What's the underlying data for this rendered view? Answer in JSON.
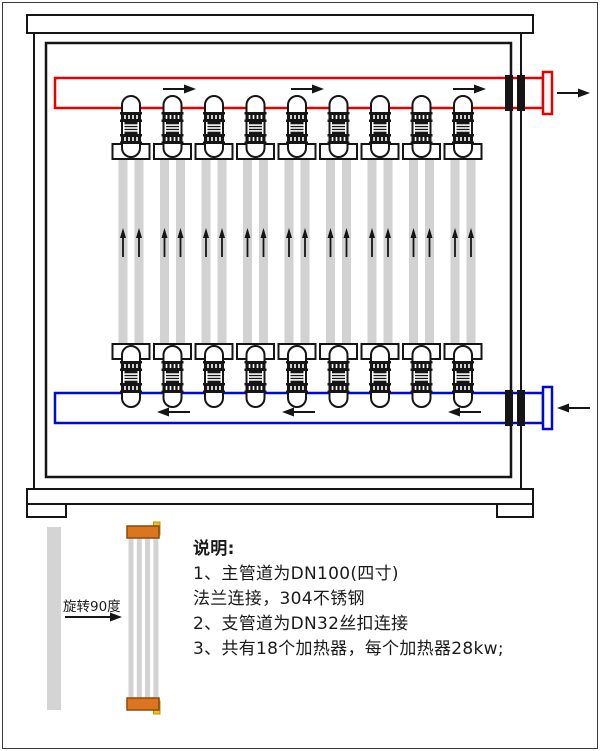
{
  "diagram": {
    "heater_columns": 9,
    "tubes_per_column": 2,
    "top_pipe": {
      "name": "hot outlet main pipe",
      "flow_direction": "right",
      "arrow_count": 3
    },
    "bottom_pipe": {
      "name": "cold inlet main pipe",
      "flow_direction": "left",
      "arrow_count": 3
    },
    "tube_flow_direction": "up"
  },
  "legend": {
    "title": "说明:",
    "notes": [
      "1、主管道为DN100(四寸)",
      "法兰连接，304不锈钢",
      "2、支管道为DN32丝扣连接",
      "3、共有18个加热器，每个加热器28kw;"
    ]
  },
  "detail": {
    "rotate_label": "旋转90度",
    "tube_count": 4
  },
  "colors": {
    "line": "#151515",
    "pipe_hot": "#e60000",
    "pipe_cold": "#0009d2",
    "tube_fill": "#d2d2d2",
    "detail_bar": "#d4d4d4",
    "cap_orange": "#dd7420",
    "cap_border": "#8a4a08",
    "terminal_yellow": "#e8c319",
    "terminal_border": "#b8930a"
  }
}
